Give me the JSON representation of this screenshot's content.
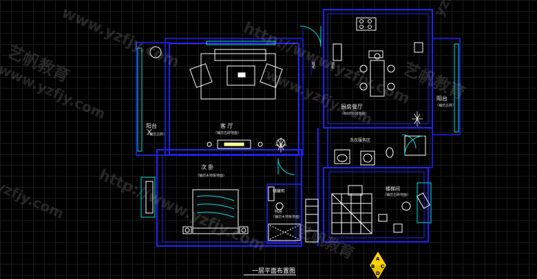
{
  "plan_title": "一层平面布置图",
  "rooms": {
    "living": {
      "name": "客 厅",
      "note": "（铺仿古砖地面）"
    },
    "balcony_left": {
      "name": "阳台",
      "note": "（铺仿古砖）"
    },
    "kitchen_dining": {
      "name": "厨房餐厅",
      "note": "（600*600地砖）"
    },
    "balcony_right": {
      "name": "阳台",
      "note": "（铺仿古砖）"
    },
    "laundry": {
      "name": "洗衣服务区"
    },
    "bedroom": {
      "name": "次 卧",
      "note": "（铺仿木地板地面）"
    },
    "study": {
      "name": "书房",
      "note": "（铺仿木地板地面）"
    },
    "storage": {
      "name": "储藏柜"
    },
    "stair_room": {
      "name": "楼梯间",
      "note": "（铺仿古砖地面）"
    },
    "cabinet_a": {
      "name": "鞋柜"
    },
    "cabinet_b": {
      "name": "酒柜"
    }
  },
  "compass": {
    "a": "A",
    "b": "B",
    "c": "C",
    "d": "D"
  },
  "watermarks": {
    "url": "http://www.yzfjy.com",
    "url_short": "www.yzfjy.com",
    "brand": "艺帆教育",
    "brand_url": "yzfjy.com",
    "short": "yzfjy"
  },
  "colors": {
    "wall": "#1a1aff",
    "fixture": "#00e5e5",
    "furniture": "#ffffff",
    "accent": "#ffff00",
    "background": "#000000"
  }
}
